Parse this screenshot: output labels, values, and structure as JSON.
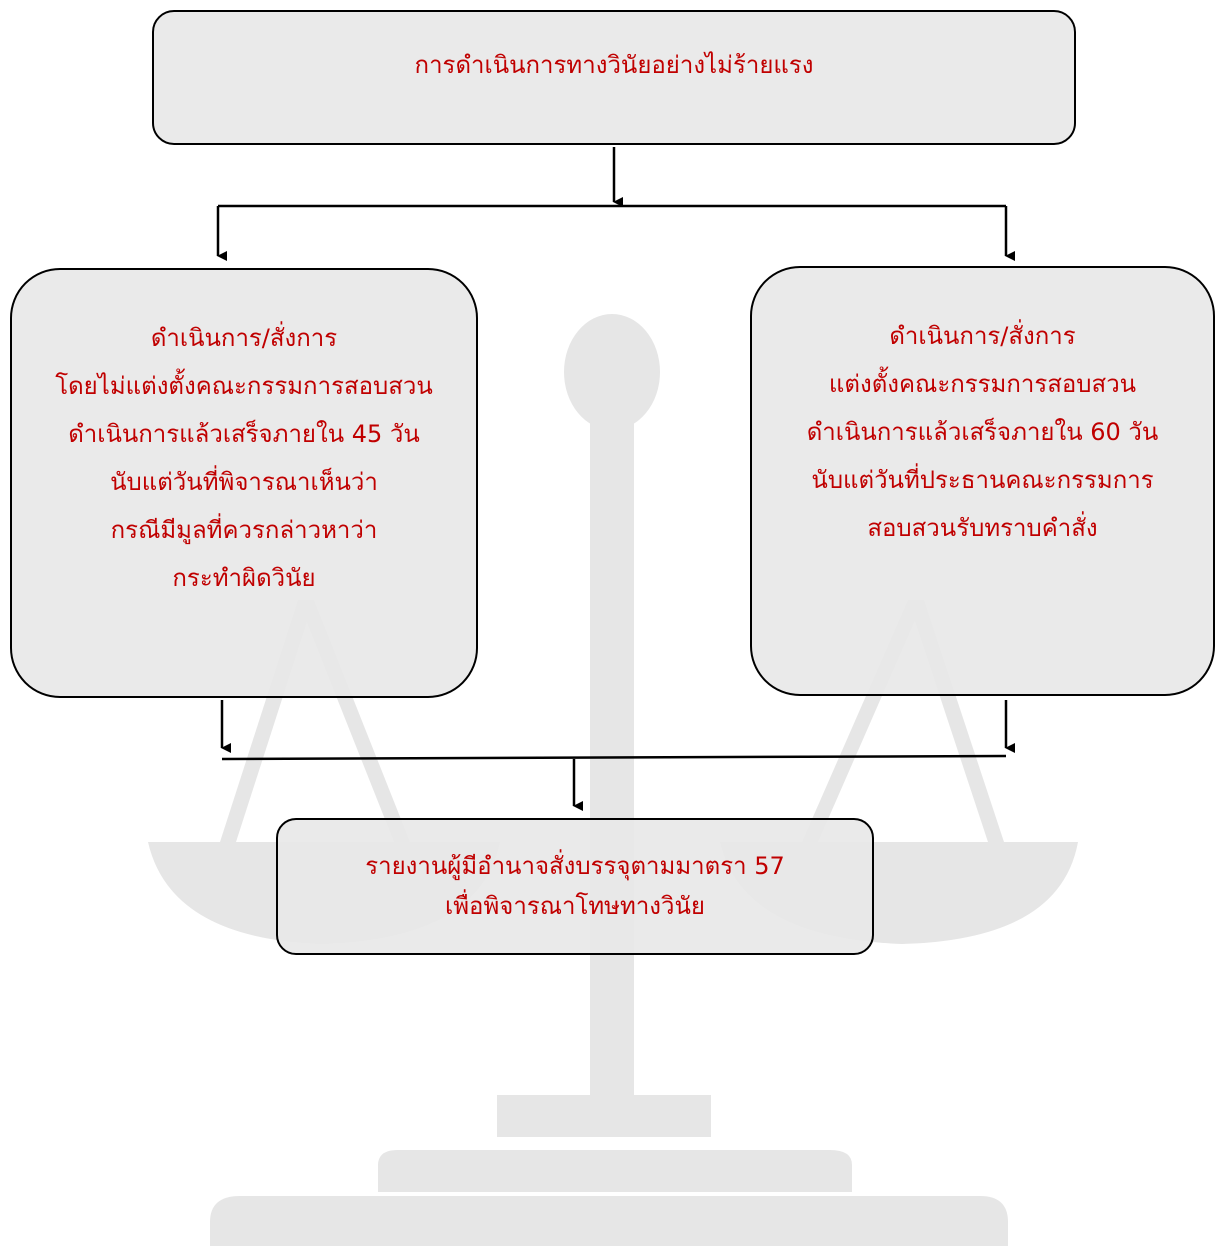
{
  "colors": {
    "text": "#c00000",
    "box_fill": "#e8e8e8",
    "border": "#000000",
    "watermark": "#e6e6e6"
  },
  "watermark": {
    "icon": "scales-of-justice-icon"
  },
  "diagram": {
    "top_box": {
      "lines": [
        "การดำเนินการทางวินัยอย่างไม่ร้ายแรง"
      ]
    },
    "left_box": {
      "lines": [
        "ดำเนินการ/สั่งการ",
        "โดยไม่แต่งตั้งคณะกรรมการสอบสวน",
        "ดำเนินการแล้วเสร็จภายใน 45 วัน",
        "นับแต่วันที่พิจารณาเห็นว่า",
        "กรณีมีมูลที่ควรกล่าวหาว่า",
        "กระทำผิดวินัย"
      ]
    },
    "right_box": {
      "lines": [
        "ดำเนินการ/สั่งการ",
        "แต่งตั้งคณะกรรมการสอบสวน",
        "ดำเนินการแล้วเสร็จภายใน 60 วัน",
        "นับแต่วันที่ประธานคณะกรรมการ",
        "สอบสวนรับทราบคำสั่ง"
      ]
    },
    "bottom_box": {
      "lines": [
        "รายงานผู้มีอำนาจสั่งบรรจุตามมาตรา 57",
        "เพื่อพิจารณาโทษทางวินัย"
      ]
    }
  }
}
